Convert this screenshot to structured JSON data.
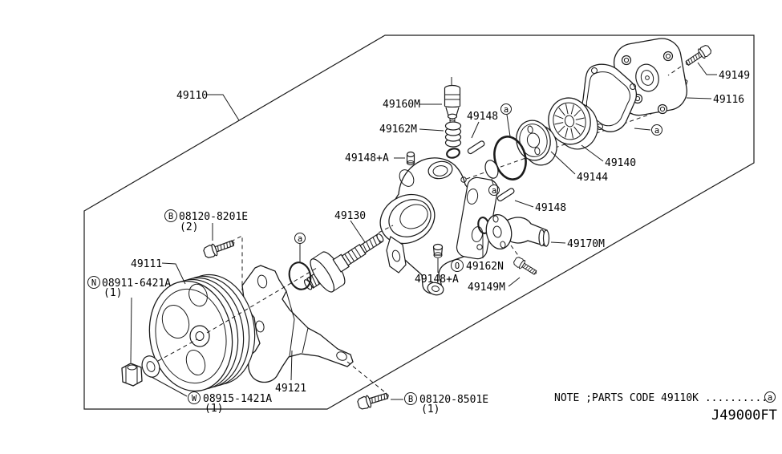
{
  "page": {
    "background": "#ffffff",
    "ink": "#1b1b1b"
  },
  "note": {
    "text": "NOTE ;PARTS CODE 49110K ..........",
    "ref_mark": "a"
  },
  "footer": {
    "drawing_code": "J49000FT"
  },
  "symbols": {
    "bolt": "B",
    "nut": "N",
    "washer": "W",
    "oring": "O",
    "ref": "a"
  },
  "labels": {
    "assembly": "49110",
    "pulley": "49111",
    "rear_cover": "49116",
    "bracket": "49121",
    "drive_shaft": "49130",
    "cam_ring": "49140",
    "rotor": "49144",
    "pin_upper": "49148",
    "pin_lower": "49148",
    "connector_upper": "49148+A",
    "connector_lower": "49148+A",
    "bolt_rear_cover": "49149",
    "bolt_suction": "49149M",
    "control_valve": "49160M",
    "valve_spring": "49162M",
    "oring_suction": "49162N",
    "suction_pipe": "49170M",
    "bolt_bracket_upper": "08120-8201E",
    "bolt_bracket_upper_qty": "(2)",
    "bolt_bracket_lower": "08120-8501E",
    "bolt_bracket_lower_qty": "(1)",
    "pulley_nut": "08911-6421A",
    "pulley_nut_qty": "(1)",
    "pulley_washer": "08915-1421A",
    "pulley_washer_qty": "(1)"
  }
}
